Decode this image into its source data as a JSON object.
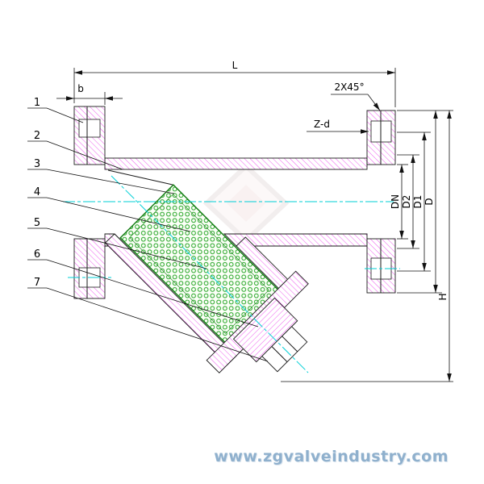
{
  "drawing": {
    "type": "Y-strainer sectional engineering drawing",
    "dim_L": "L",
    "dim_b": "b",
    "chamfer_note": "2X45°",
    "bolt_holes_note": "Z-d",
    "dim_DN": "DN",
    "dim_D2": "D2",
    "dim_D1": "D1",
    "dim_D": "D",
    "dim_H": "H",
    "parts": [
      "1",
      "2",
      "3",
      "4",
      "5",
      "6",
      "7"
    ]
  },
  "watermark": {
    "text": "www.zgvalveindustry.com"
  },
  "colors": {
    "section_hatch": "#ee5cee",
    "outline": "#1a1a1a",
    "centerline": "#00cfd6",
    "screen_mesh": "#18a018",
    "watermark_text": "#8fb0cd"
  }
}
